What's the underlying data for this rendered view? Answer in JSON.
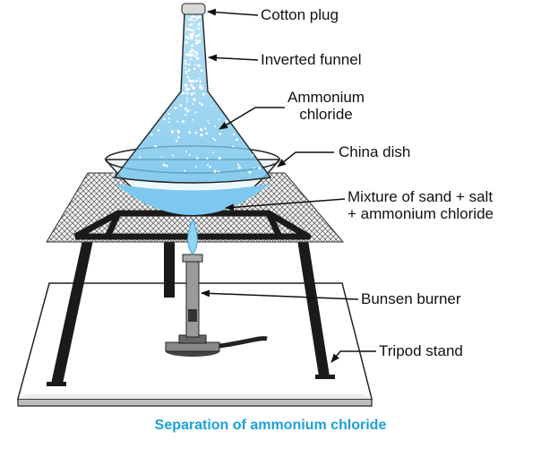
{
  "title": "Separation of ammonium chloride",
  "labels": {
    "cotton_plug": "Cotton plug",
    "inverted_funnel": "Inverted funnel",
    "ammonium_chloride_1": "Ammonium",
    "ammonium_chloride_2": "chloride",
    "china_dish": "China dish",
    "mixture_1": "Mixture of sand + salt",
    "mixture_2": "+ ammonium chloride",
    "bunsen_burner": "Bunsen burner",
    "tripod_stand": "Tripod stand"
  },
  "colors": {
    "sublimate": "#5bb8e6",
    "caption": "#1ba0d8",
    "stand": "#1a1a1a",
    "outline": "#222222"
  }
}
